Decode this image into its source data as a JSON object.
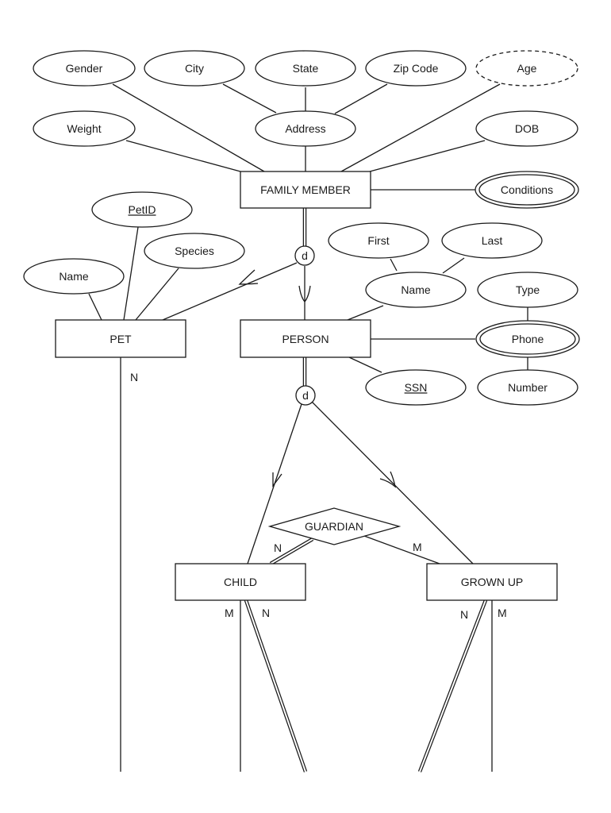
{
  "diagram": {
    "type": "EER diagram",
    "entities": {
      "family_member": "FAMILY MEMBER",
      "pet": "PET",
      "person": "PERSON",
      "child": "CHILD",
      "grown_up": "GROWN UP"
    },
    "relationships": {
      "guardian": "GUARDIAN"
    },
    "attributes": {
      "gender": "Gender",
      "city": "City",
      "state": "State",
      "zip_code": "Zip Code",
      "age": "Age",
      "weight": "Weight",
      "address": "Address",
      "dob": "DOB",
      "conditions": "Conditions",
      "pet_id": "PetID",
      "species": "Species",
      "pet_name": "Name",
      "first": "First",
      "last": "Last",
      "person_name": "Name",
      "type": "Type",
      "phone": "Phone",
      "ssn": "SSN",
      "number": "Number"
    },
    "specialization_symbols": {
      "family_member_disjoint": "d",
      "person_disjoint": "d"
    },
    "cardinalities": {
      "pet_n": "N",
      "guardian_child_n": "N",
      "guardian_grownup_m": "M",
      "child_m": "M",
      "child_n": "N",
      "grownup_n": "N",
      "grownup_m": "M"
    }
  }
}
